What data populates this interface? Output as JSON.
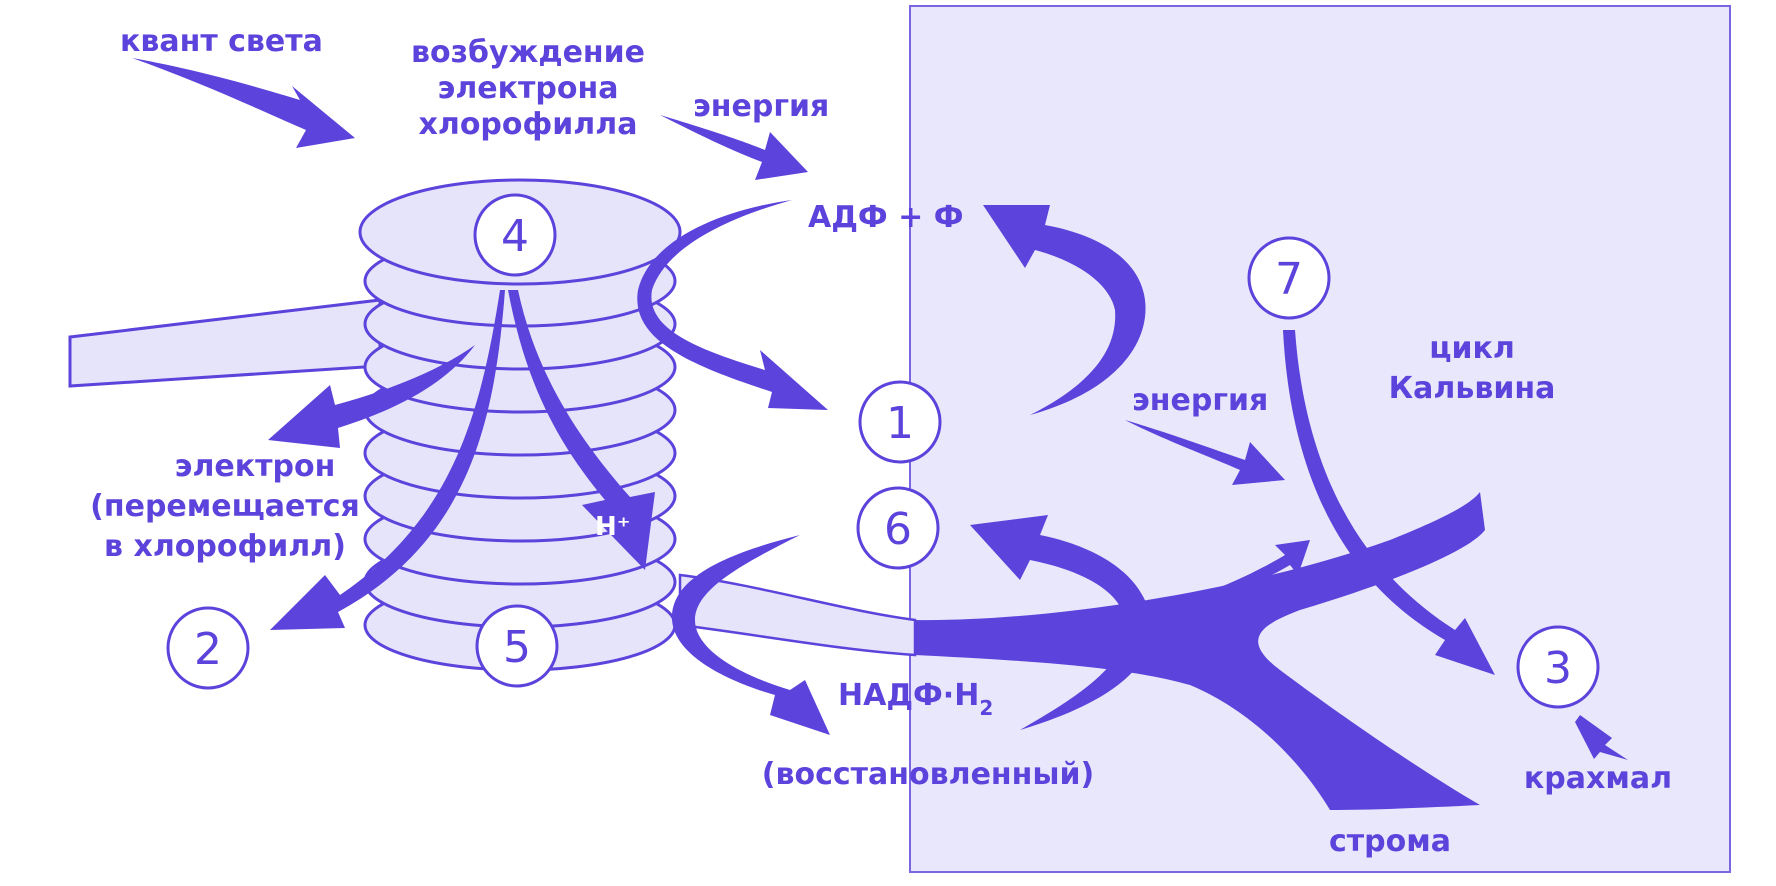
{
  "colors": {
    "accent": "#5b43dc",
    "stroma_bg": "#e9e7fb",
    "disk_fill": "#e6e4fa",
    "white": "#ffffff"
  },
  "labels": {
    "light_quantum": "квант света",
    "excitation_1": "возбуждение",
    "excitation_2": "электрона",
    "excitation_3": "хлорофилла",
    "energy_top": "энергия",
    "adp_p": "АДФ + Ф",
    "electron_1": "электрон",
    "electron_2": "(перемещается",
    "electron_3": "в хлорофилл)",
    "h_plus": "H⁺",
    "nadph_main": "НАДФ·Н",
    "nadph_sub": "2",
    "nadph_note": "(восстановленный)",
    "calvin_1": "цикл",
    "calvin_2": "Кальвина",
    "energy_right": "энергия",
    "starch": "крахмал",
    "stroma": "строма"
  },
  "markers": [
    "1",
    "2",
    "3",
    "4",
    "5",
    "6",
    "7"
  ]
}
